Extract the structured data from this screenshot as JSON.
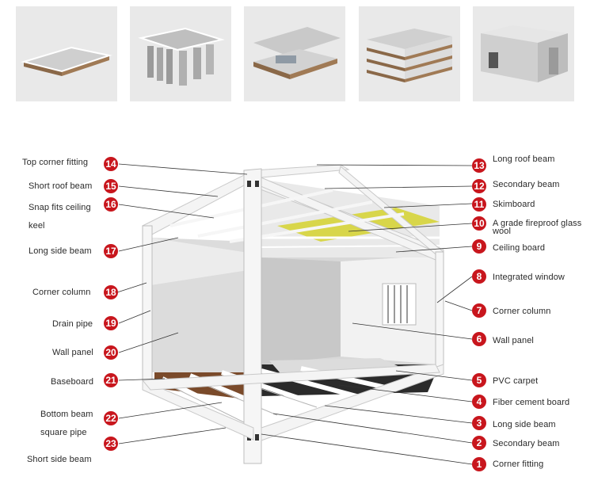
{
  "thumbnails": [
    {
      "name": "floor-frame"
    },
    {
      "name": "frame-with-wall-panels"
    },
    {
      "name": "roof-assembly"
    },
    {
      "name": "stacked-packed-units"
    },
    {
      "name": "assembled-container"
    }
  ],
  "left_labels": [
    {
      "num": "14",
      "text": "Top corner fitting"
    },
    {
      "num": "15",
      "text": "Short roof beam"
    },
    {
      "num": "16",
      "text": "Snap fits ceiling",
      "text2": "keel"
    },
    {
      "num": "17",
      "text": "Long side beam"
    },
    {
      "num": "18",
      "text": "Corner column"
    },
    {
      "num": "19",
      "text": "Drain pipe"
    },
    {
      "num": "20",
      "text": "Wall panel"
    },
    {
      "num": "21",
      "text": "Baseboard"
    },
    {
      "num": "22",
      "text": "Bottom beam",
      "text2": "square pipe"
    },
    {
      "num": "23",
      "text": "Short side beam"
    }
  ],
  "right_labels": [
    {
      "num": "13",
      "text": "Long roof beam"
    },
    {
      "num": "12",
      "text": "Secondary beam"
    },
    {
      "num": "11",
      "text": "Skimboard"
    },
    {
      "num": "10",
      "text": "A grade fireproof glass",
      "text2": "wool"
    },
    {
      "num": "9",
      "text": "Ceiling board"
    },
    {
      "num": "8",
      "text": "Integrated window"
    },
    {
      "num": "7",
      "text": "Corner column"
    },
    {
      "num": "6",
      "text": "Wall panel"
    },
    {
      "num": "5",
      "text": "PVC carpet"
    },
    {
      "num": "4",
      "text": "Fiber cement board"
    },
    {
      "num": "3",
      "text": "Long side beam"
    },
    {
      "num": "2",
      "text": "Secondary beam"
    },
    {
      "num": "1",
      "text": "Corner fitting"
    }
  ],
  "colors": {
    "badge": "#c8161d",
    "frame": "#f4f4f4",
    "insulation": "#d8d64a",
    "floor": "#2b2b2b",
    "baseboard": "#7a4a2a"
  }
}
